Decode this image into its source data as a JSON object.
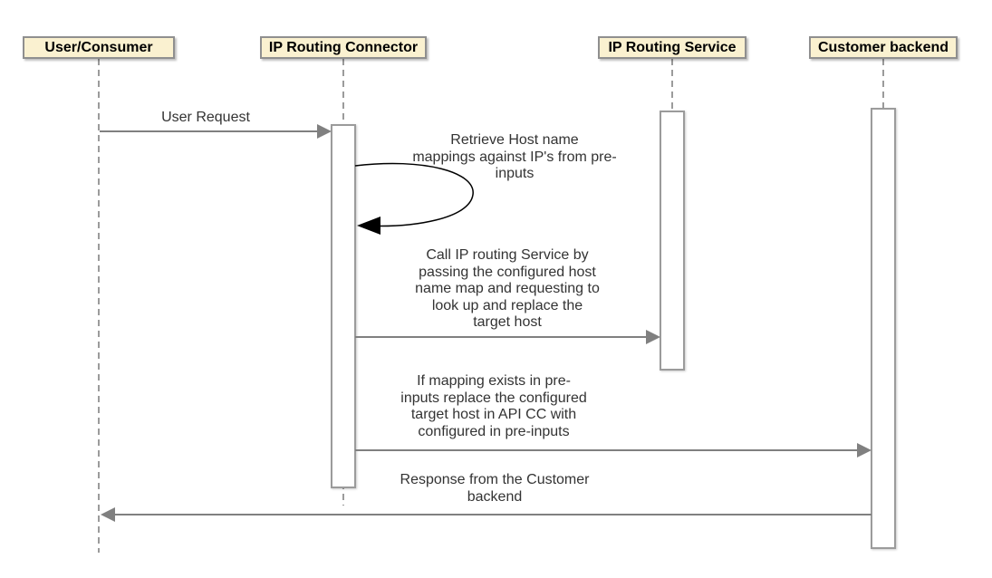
{
  "diagram_type": "uml-sequence-diagram",
  "actors": [
    {
      "label": "User/Consumer"
    },
    {
      "label": "IP Routing Connector"
    },
    {
      "label": "IP Routing Service"
    },
    {
      "label": "Customer backend"
    }
  ],
  "messages": [
    {
      "label": "User Request",
      "from": "User/Consumer",
      "to": "IP Routing Connector",
      "type": "solid-arrow"
    },
    {
      "label": "Retrieve Host name\nmappings against IP's from pre-\ninputs",
      "from": "IP Routing Connector",
      "to": "IP Routing Connector",
      "type": "self-loop"
    },
    {
      "label": "Call IP routing Service by\npassing the configured host\nname map and requesting to\nlook up and replace the\ntarget host",
      "from": "IP Routing Connector",
      "to": "IP Routing Service",
      "type": "solid-arrow"
    },
    {
      "label": "If mapping exists in pre-\ninputs replace the configured\ntarget host in API CC with\nconfigured in pre-inputs",
      "from": "IP Routing Connector",
      "to": "Customer backend",
      "type": "solid-arrow"
    },
    {
      "label": "Response from the Customer\nbackend",
      "from": "Customer backend",
      "to": "User/Consumer",
      "type": "solid-arrow"
    }
  ],
  "colors": {
    "actor_fill": "#FAF1D0",
    "actor_border": "#8F8F8F",
    "lifeline": "#9B9B9B",
    "arrow": "#808080",
    "self_loop": "#000000",
    "message_text": "#333333",
    "background": "#FFFFFF"
  }
}
